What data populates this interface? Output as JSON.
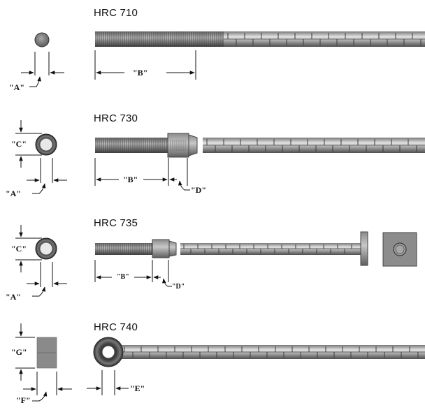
{
  "sections": [
    {
      "title": "HRC 710",
      "labels": {
        "a": "\"A\"",
        "b": "\"B\""
      }
    },
    {
      "title": "HRC 730",
      "labels": {
        "c": "\"C\"",
        "a": "\"A\"",
        "b": "\"B\"",
        "d": "\"D\""
      }
    },
    {
      "title": "HRC 735",
      "labels": {
        "c": "\"C\"",
        "a": "\"A\"",
        "b": "\"B\"",
        "d": "\"D\""
      }
    },
    {
      "title": "HRC 740",
      "labels": {
        "g": "\"G\"",
        "f": "\"F\"",
        "e": "\"E\""
      }
    }
  ],
  "colors": {
    "steel_dark": "#5a5a5a",
    "steel_mid": "#8c8c8c",
    "steel_light": "#d6d6d6",
    "line": "#111111"
  }
}
